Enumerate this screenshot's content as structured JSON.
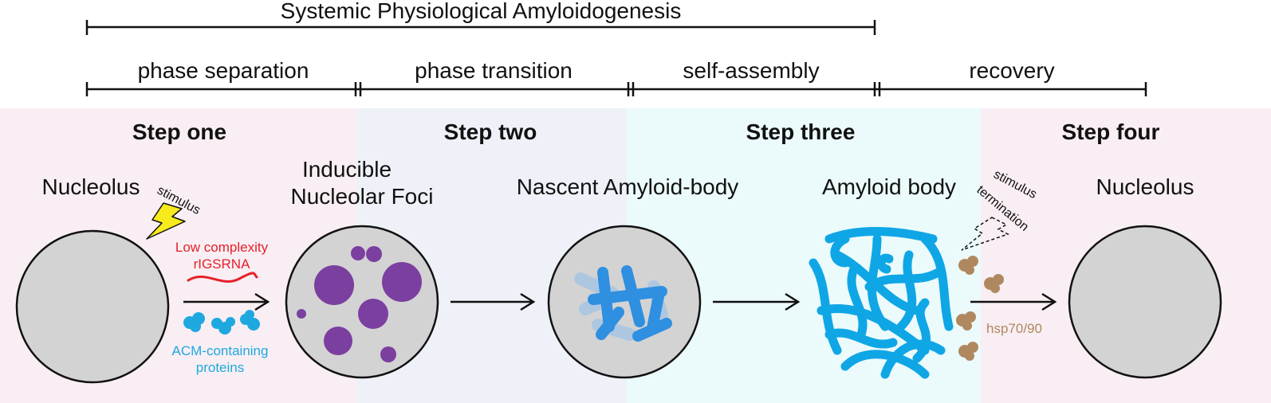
{
  "title": "Systemic Physiological Amyloidogenesis",
  "phases": [
    "phase separation",
    "phase transition",
    "self-assembly",
    "recovery"
  ],
  "steps": [
    "Step one",
    "Step two",
    "Step three",
    "Step four"
  ],
  "stages": {
    "nucleolus_start": "Nucleolus",
    "inf_line1": "Inducible",
    "inf_line2": "Nucleolar Foci",
    "nascent": "Nascent Amyloid-body",
    "amyloid_body": "Amyloid body",
    "nucleolus_end": "Nucleolus"
  },
  "annotations": {
    "stimulus": "stimulus",
    "rna_line1": "Low complexity",
    "rna_line2": "rIGSRNA",
    "acm_line1": "ACM-containing",
    "acm_line2": "proteins",
    "termination_line1": "stimulus",
    "termination_line2": "termination",
    "hsp": "hsp70/90"
  },
  "colors": {
    "panel_pink": "#f8eef3",
    "panel_blue": "#eef1f8",
    "panel_cyan": "#ebfafb",
    "nucleolus_gray": "#d3d3d3",
    "foci_purple": "#7b3fa0",
    "amyloid_blue": "#0fa6e6",
    "rna_red": "#e5202b",
    "acm_blue": "#1fa8e0",
    "hsp_tan": "#b08860",
    "bolt_yellow": "#f7ea1d"
  }
}
